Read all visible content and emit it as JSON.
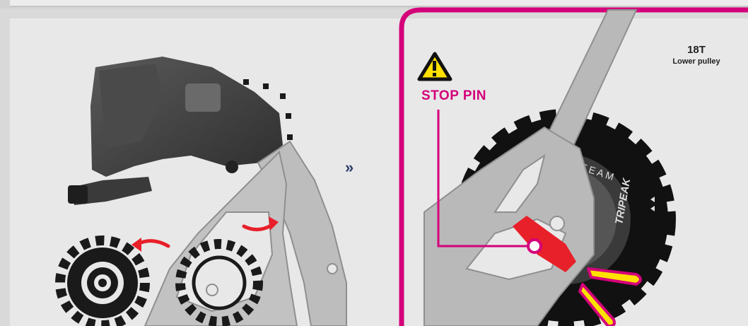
{
  "warning": {
    "title": "STOP PIN"
  },
  "pulley": {
    "teeth": "18T",
    "name": "Lower pulley",
    "brand_text": "TRIPEAK",
    "ring_text": "TEAM PRO"
  },
  "step_arrows": "»",
  "colors": {
    "accent": "#d4007a",
    "warning_yellow": "#ffe000",
    "arrow_red": "#e8202a",
    "pulley_black": "#111111",
    "cage_gray": "#b9b9b9"
  },
  "icons": [
    "warning-triangle-icon",
    "double-chevron-right-icon",
    "rotate-arrow-icon"
  ]
}
